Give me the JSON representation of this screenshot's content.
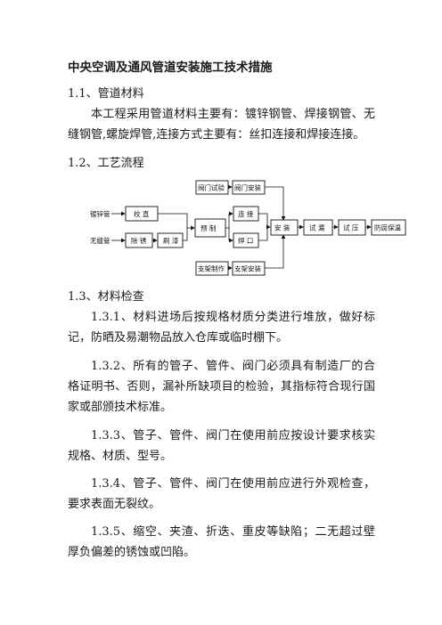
{
  "doc": {
    "title": "中央空调及通风管道安装施工技术措施",
    "s1_heading": "1.1、管道材料",
    "s1_para": "本工程采用管道材料主要有：镀锌钢管、焊接钢管、无缝钢管,螺旋焊管,连接方式主要有：丝扣连接和焊接连接。",
    "s2_heading": "1.2、工艺流程",
    "s3_heading": "1.3、材料检查",
    "items": [
      "1.3.1、材料进场后按规格材质分类进行堆放，做好标记，防晒及易潮物品放入仓库或临时棚下。",
      "1.3.2、所有的管子、管件、阀门必须具有制造厂的合格证明书、否则，漏补所缺项目的检验，其指标符合现行国家或部颁技术标准。",
      "1.3.3、管子、管件、阀门在使用前应按设计要求核实规格、材质、型号。",
      "1.3.4、管子、管件、阀门在使用前应进行外观检查，要求表面无裂纹。",
      "1.3.5、缩空、夹渣、折迭、重皮等缺陷；二无超过壁厚负偏差的锈蚀或凹陷。"
    ]
  },
  "flow": {
    "galv_pipe": "镀锌管",
    "welded_pipe": "无缝管",
    "straighten": "校 直",
    "derust": "除 锈",
    "paint": "刷 漆",
    "prefab": "预 制",
    "valve_test": "阀门试验",
    "valve_install": "阀门安装",
    "connect": "连 接",
    "weld": "焊 口",
    "support_make": "支架制作",
    "support_install": "支架安装",
    "install": "安 装",
    "flush": "试 漏",
    "pressure_test": "试 压",
    "anticorrosion": "防腐保温"
  }
}
